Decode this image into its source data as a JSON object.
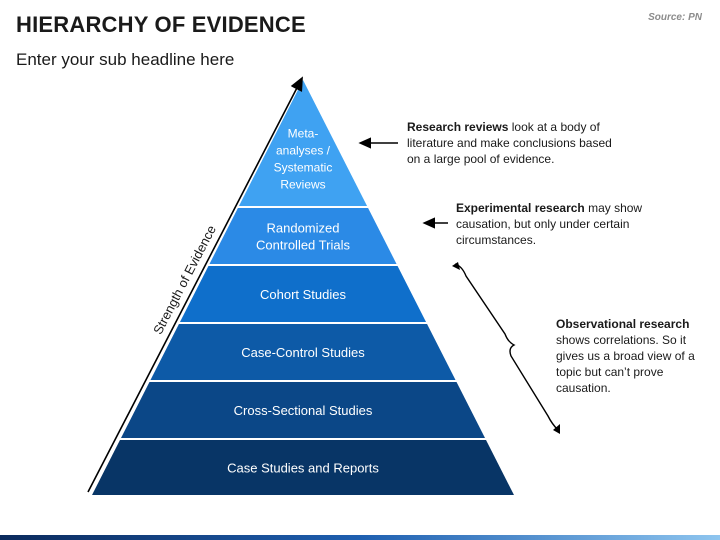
{
  "header": {
    "title": "HIERARCHY OF EVIDENCE",
    "subtitle": "Enter your sub headline here",
    "source": "Source: PN"
  },
  "axis": {
    "label": "Strength of Evidence"
  },
  "pyramid": {
    "levels": [
      {
        "lines": [
          "Meta-",
          "analyses /",
          "Systematic",
          "Reviews"
        ],
        "color": "#3fa2f2"
      },
      {
        "lines": [
          "Randomized",
          "Controlled Trials"
        ],
        "color": "#2b8ae6"
      },
      {
        "lines": [
          "Cohort Studies"
        ],
        "color": "#0f6fcb"
      },
      {
        "lines": [
          "Case-Control Studies"
        ],
        "color": "#0d5aa7"
      },
      {
        "lines": [
          "Cross-Sectional Studies"
        ],
        "color": "#0b4787"
      },
      {
        "lines": [
          "Case Studies and Reports"
        ],
        "color": "#083566"
      }
    ]
  },
  "annotations": {
    "reviews": {
      "bold": "Research reviews",
      "rest": " look at a body of literature and make conclusions based on a large pool of evidence."
    },
    "experimental": {
      "bold": "Experimental research",
      "rest": " may show causation, but only under certain circumstances."
    },
    "observational": {
      "bold": "Observational research",
      "rest": " shows correlations. So it gives us a broad view of a topic but can’t prove causation."
    }
  }
}
